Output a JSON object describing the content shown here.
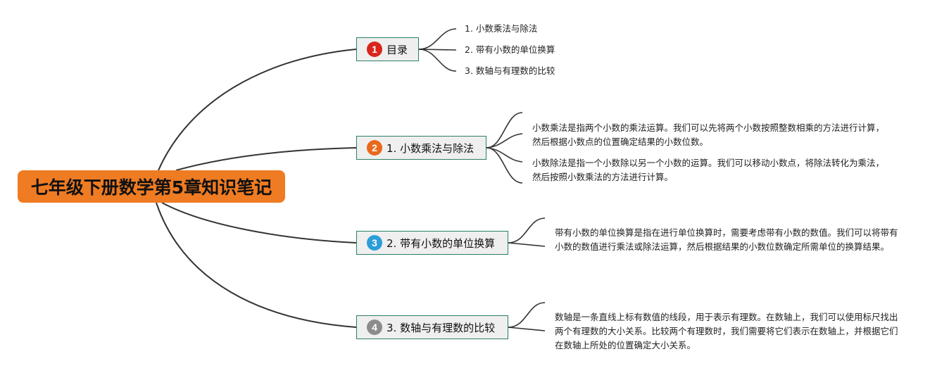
{
  "root": {
    "title": "七年级下册数学第5章知识笔记",
    "color": "#ef7b22"
  },
  "branches": [
    {
      "badge": "1",
      "badge_color": "#d9261c",
      "label": "目录",
      "children": [
        "1. 小数乘法与除法",
        "2. 带有小数的单位换算",
        "3. 数轴与有理数的比较"
      ]
    },
    {
      "badge": "2",
      "badge_color": "#e9691c",
      "label": "1. 小数乘法与除法",
      "children": [
        "小数乘法是指两个小数的乘法运算。我们可以先将两个小数按照整数相乘的方法进行计算，然后根据小数点的位置确定结果的小数位数。",
        "小数除法是指一个小数除以另一个小数的运算。我们可以移动小数点，将除法转化为乘法，然后按照小数乘法的方法进行计算。"
      ]
    },
    {
      "badge": "3",
      "badge_color": "#2b9ed9",
      "label": "2. 带有小数的单位换算",
      "children": [
        "带有小数的单位换算是指在进行单位换算时，需要考虑带有小数的数值。我们可以将带有小数的数值进行乘法或除法运算，然后根据结果的小数位数确定所需单位的换算结果。"
      ]
    },
    {
      "badge": "4",
      "badge_color": "#8c8c8c",
      "label": "3. 数轴与有理数的比较",
      "children": [
        "数轴是一条直线上标有数值的线段，用于表示有理数。在数轴上，我们可以使用标尺找出两个有理数的大小关系。比较两个有理数时，我们需要将它们表示在数轴上，并根据它们在数轴上所处的位置确定大小关系。"
      ]
    }
  ]
}
